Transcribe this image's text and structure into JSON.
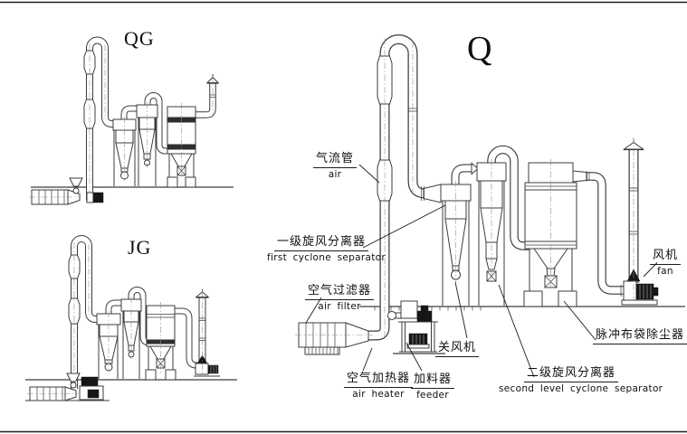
{
  "colors": {
    "background": "#ffffff",
    "line": "#3c3c3c",
    "text": "#101010",
    "dark_fill": "#161616"
  },
  "diagrams": {
    "qg": {
      "title": "QG"
    },
    "jg": {
      "title": "JG"
    },
    "q": {
      "title": "Q",
      "labels": {
        "air_pipe": {
          "zh": "气流管",
          "en": "air"
        },
        "first_cyclone": {
          "zh": "一级旋风分离器",
          "en": "first cyclone separator"
        },
        "air_filter": {
          "zh": "空气过滤器",
          "en": "air filter"
        },
        "air_heater": {
          "zh": "空气加热器",
          "en": "air heater"
        },
        "feeder": {
          "zh": "加料器",
          "en": "feeder"
        },
        "rotary_airlock": {
          "zh": "关风机"
        },
        "second_cyclone": {
          "zh": "二级旋风分离器",
          "en": "second level cyclone separator"
        },
        "pulse_bag_dust_collector": {
          "zh": "脉冲布袋除尘器"
        },
        "fan": {
          "zh": "风机",
          "en": "fan"
        }
      }
    }
  }
}
